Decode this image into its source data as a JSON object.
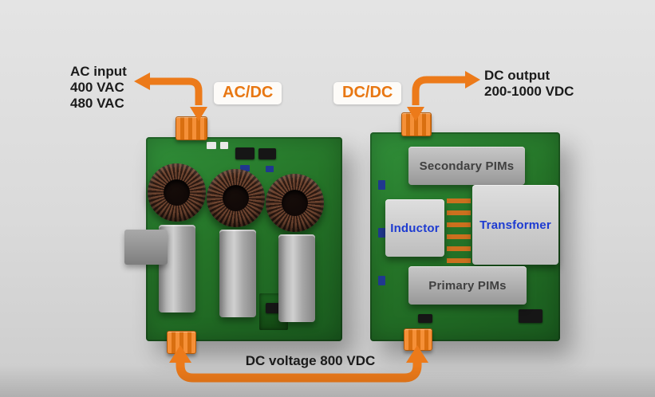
{
  "scene": {
    "background": "#dadada",
    "accent_orange": "#ec7a1a",
    "pcb_green": "#257428",
    "label_blue": "#1d3bd1"
  },
  "annotations": {
    "ac_input_line1": "AC input",
    "ac_input_line2": "400 VAC",
    "ac_input_line3": "480 VAC",
    "acdc": "AC/DC",
    "dcdc": "DC/DC",
    "dc_output_line1": "DC output",
    "dc_output_line2": "200-1000 VDC",
    "dc_bus": "DC voltage 800 VDC"
  },
  "boards": {
    "dcdc": {
      "secondary_pims": "Secondary PIMs",
      "inductor": "Inductor",
      "transformer": "Transformer",
      "primary_pims": "Primary PIMs"
    }
  }
}
